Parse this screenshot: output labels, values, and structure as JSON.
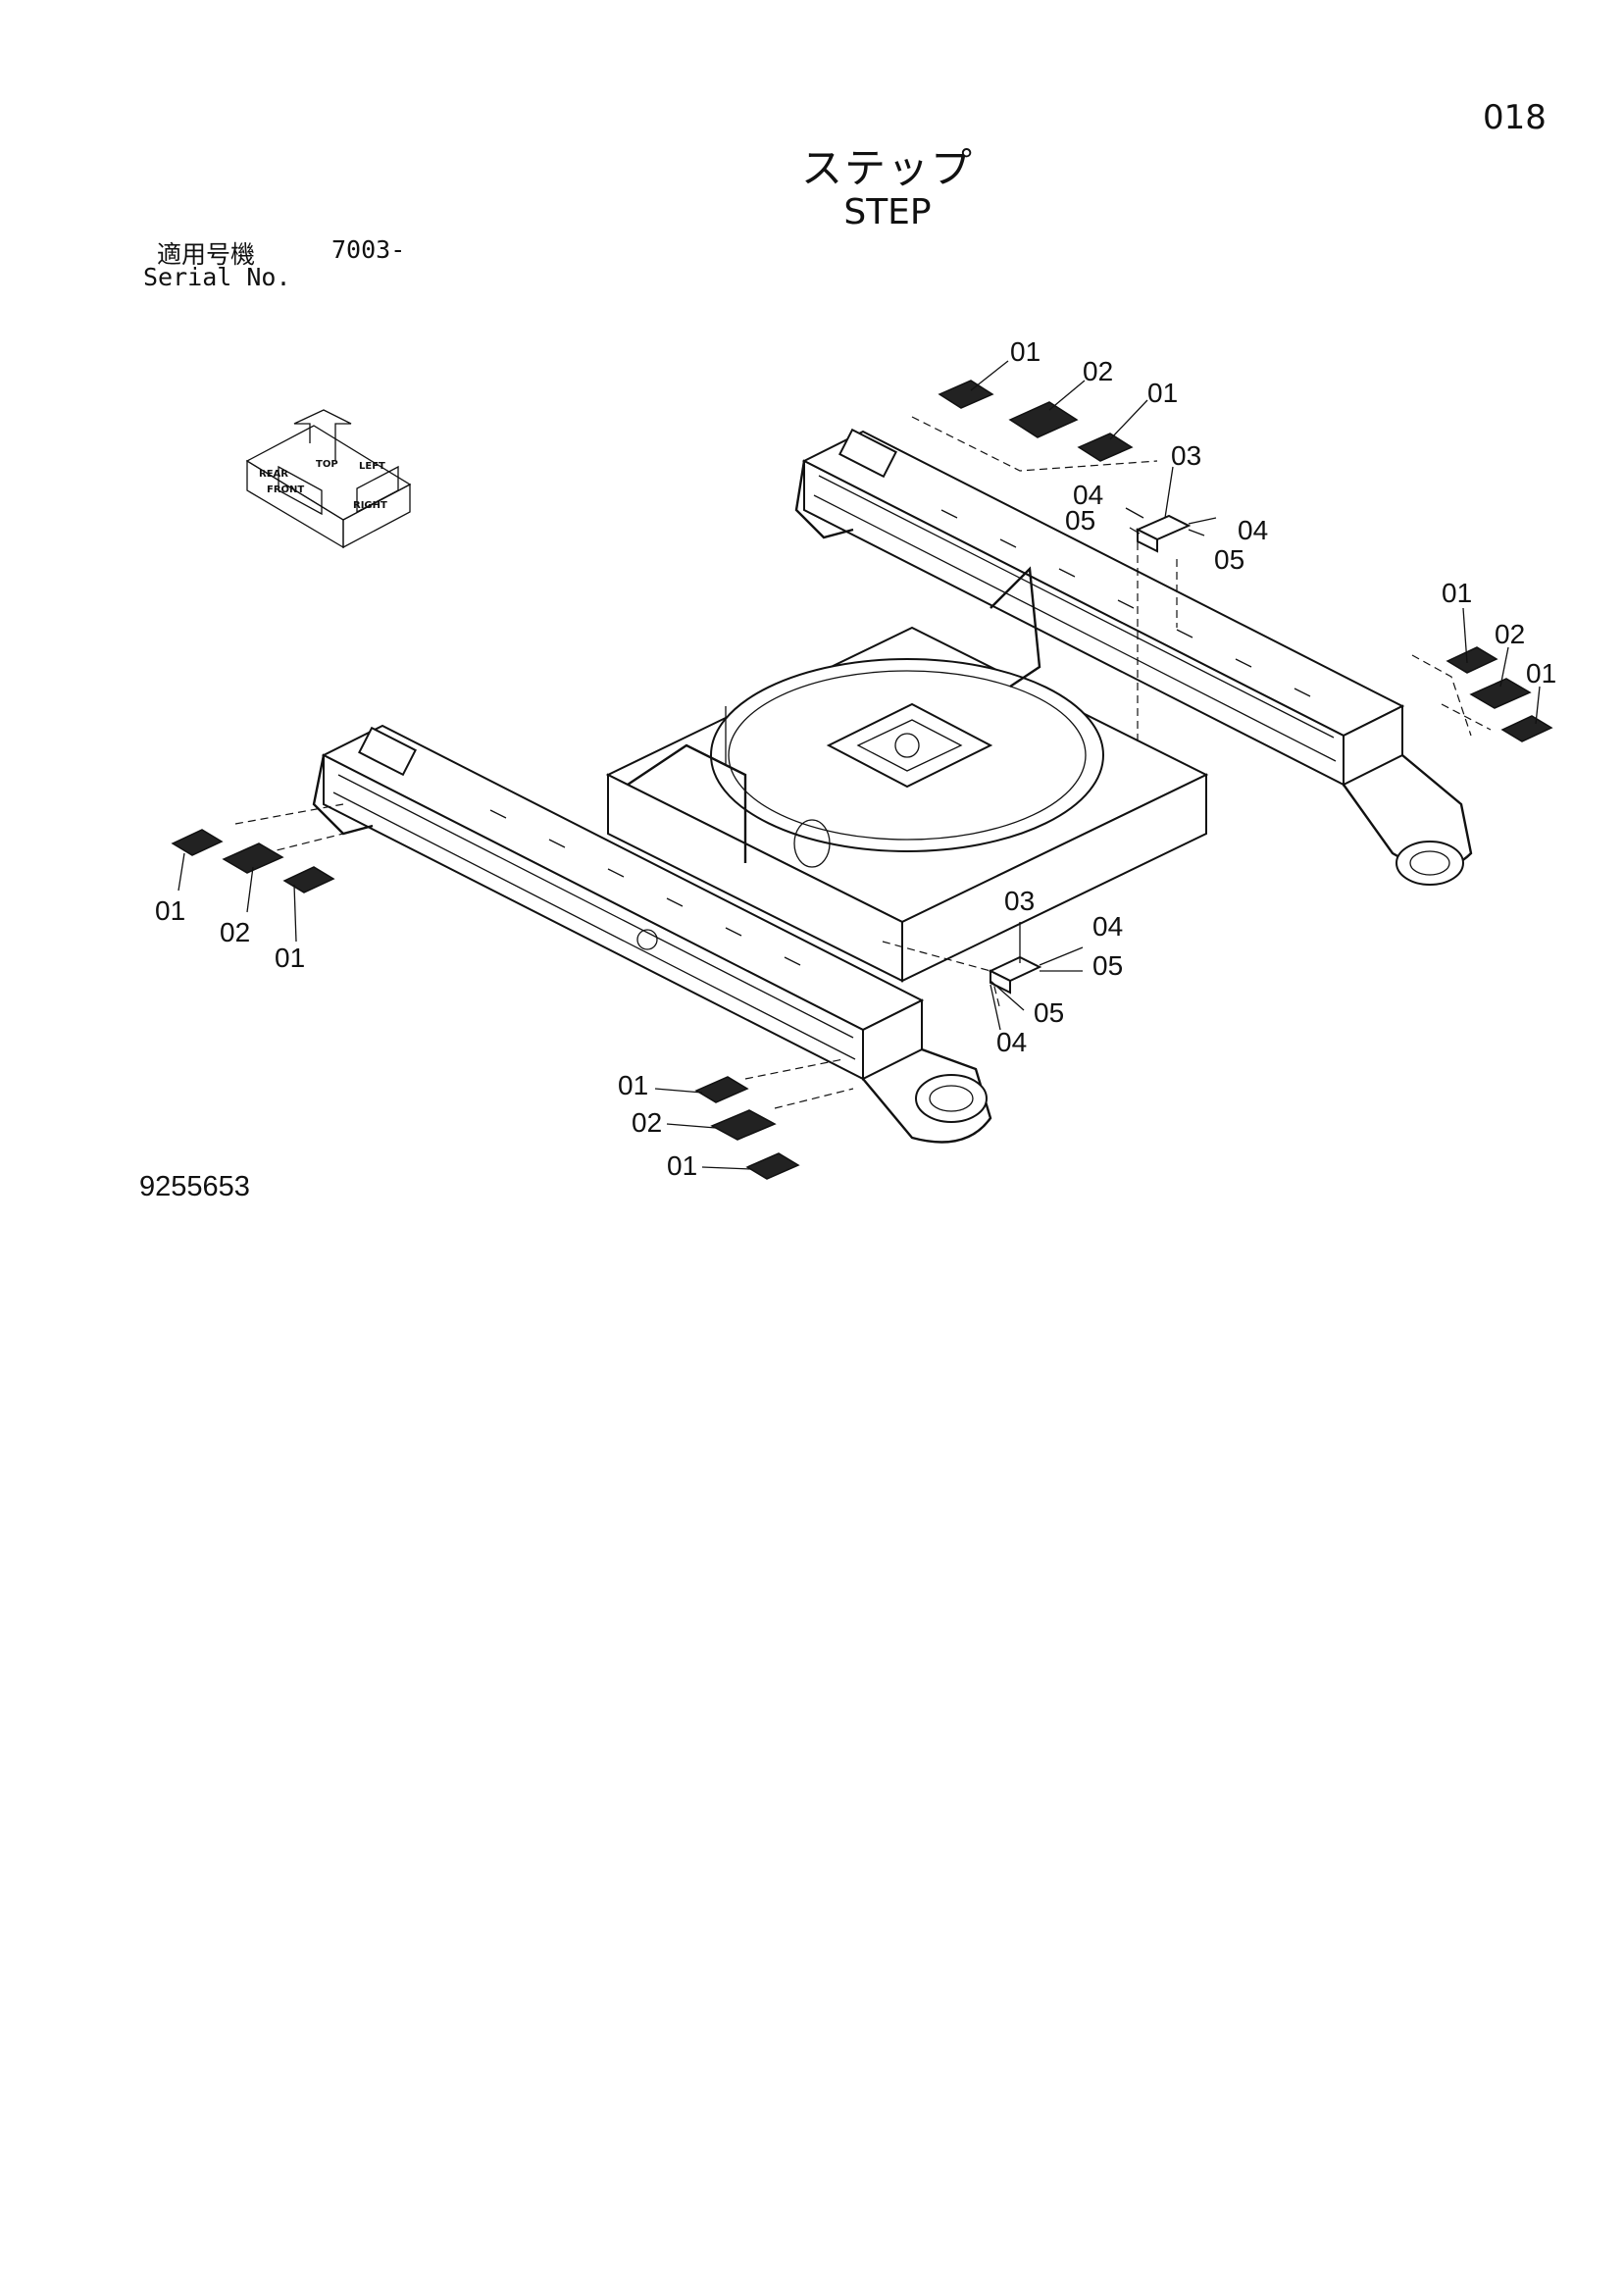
{
  "header": {
    "page_number": "018",
    "title_jp": "ステップ",
    "title_en": "STEP"
  },
  "serial": {
    "label_jp": "適用号機",
    "value": "7003-",
    "label_en": "Serial No."
  },
  "orientation_icon": {
    "labels": [
      "FRONT",
      "TOP",
      "RIGHT",
      "REAR",
      "LEFT"
    ],
    "icon": "orientation-cube-icon"
  },
  "callouts": {
    "front_right": [
      "01",
      "02",
      "01"
    ],
    "right_bracket": [
      "03",
      "04",
      "05",
      "04",
      "05"
    ],
    "rear_right": [
      "01",
      "02",
      "01"
    ],
    "left_front": [
      "01",
      "02",
      "01"
    ],
    "center_bracket": [
      "03",
      "04",
      "05",
      "05",
      "04"
    ],
    "front_bottom": [
      "01",
      "02",
      "01"
    ]
  },
  "footer": {
    "drawing_number": "9255653"
  }
}
